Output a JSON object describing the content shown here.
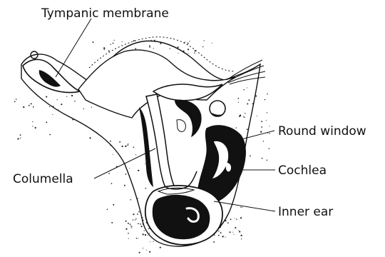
{
  "labels": {
    "tympanic_membrane": "Tympanic membrane",
    "round_window": "Round window",
    "cochlea": "Cochlea",
    "columella": "Columella",
    "inner_ear": "Inner ear"
  },
  "colors": {
    "ink": "#111111",
    "background": "#ffffff"
  }
}
